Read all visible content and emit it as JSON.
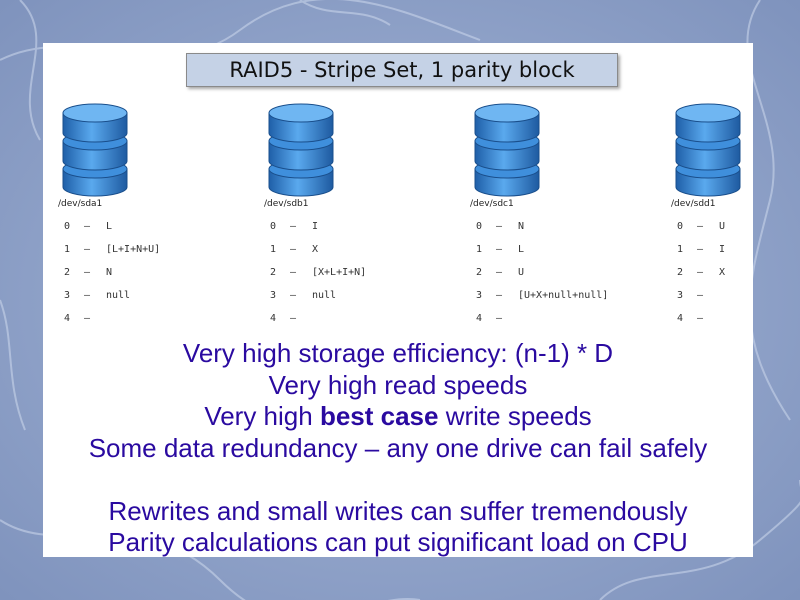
{
  "title": "RAID5 - Stripe Set, 1 parity block",
  "drives": [
    {
      "name": "/dev/sda1",
      "rows": [
        {
          "index": "0",
          "dash": "–",
          "value": "L"
        },
        {
          "index": "1",
          "dash": "–",
          "value": "[L+I+N+U]"
        },
        {
          "index": "2",
          "dash": "–",
          "value": "N"
        },
        {
          "index": "3",
          "dash": "–",
          "value": "null"
        },
        {
          "index": "4",
          "dash": "–",
          "value": ""
        }
      ]
    },
    {
      "name": "/dev/sdb1",
      "rows": [
        {
          "index": "0",
          "dash": "–",
          "value": "I"
        },
        {
          "index": "1",
          "dash": "–",
          "value": "X"
        },
        {
          "index": "2",
          "dash": "–",
          "value": "[X+L+I+N]"
        },
        {
          "index": "3",
          "dash": "–",
          "value": "null"
        },
        {
          "index": "4",
          "dash": "–",
          "value": ""
        }
      ]
    },
    {
      "name": "/dev/sdc1",
      "rows": [
        {
          "index": "0",
          "dash": "–",
          "value": "N"
        },
        {
          "index": "1",
          "dash": "–",
          "value": "L"
        },
        {
          "index": "2",
          "dash": "–",
          "value": "U"
        },
        {
          "index": "3",
          "dash": "–",
          "value": "[U+X+null+null]"
        },
        {
          "index": "4",
          "dash": "–",
          "value": ""
        }
      ]
    },
    {
      "name": "/dev/sdd1",
      "rows": [
        {
          "index": "0",
          "dash": "–",
          "value": "U"
        },
        {
          "index": "1",
          "dash": "–",
          "value": "I"
        },
        {
          "index": "2",
          "dash": "–",
          "value": "X"
        },
        {
          "index": "3",
          "dash": "–",
          "value": ""
        },
        {
          "index": "4",
          "dash": "–",
          "value": ""
        }
      ]
    }
  ],
  "bullets": {
    "line1": "Very high storage efficiency: (n-1) * D",
    "line2": "Very high read speeds",
    "line3_pre": "Very high ",
    "line3_bold": "best case",
    "line3_post": " write speeds",
    "line4": "Some data redundancy – any one drive can fail safely",
    "line5": "Rewrites and small writes can suffer tremendously",
    "line6": "Parity calculations can put significant load on CPU"
  },
  "colors": {
    "bullet_text": "#2a0aa0",
    "disk_blue": "#2f7fc8",
    "title_box": "#c5d2e6",
    "background": "#8ea2c8"
  },
  "icons": {
    "drive": "database-cylinder-icon"
  }
}
